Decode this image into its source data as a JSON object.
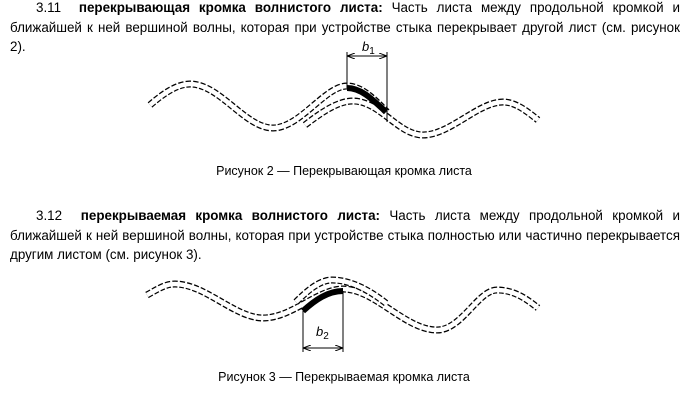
{
  "section_3_11": {
    "number": "3.11",
    "term": "перекрывающая кромка волнистого листа:",
    "definition": "Часть листа между продольной кромкой и ближайшей к ней вершиной волны, которая при устройстве стыка перекрывает другой лист (см. рисунок 2).",
    "figure_label": "b",
    "figure_label_sub": "1",
    "caption": "Рисунок 2 — Перекрывающая кромка листа"
  },
  "section_3_12": {
    "number": "3.12",
    "term": "перекрываемая кромка волнистого листа:",
    "definition": "Часть листа между продольной кромкой и ближайшей к ней вершиной волны, которая при устройстве стыка полностью или частично перекрывается другим листом (см. рисунок 3).",
    "figure_label": "b",
    "figure_label_sub": "2",
    "caption": "Рисунок 3 — Перекрываемая кромка листа"
  }
}
